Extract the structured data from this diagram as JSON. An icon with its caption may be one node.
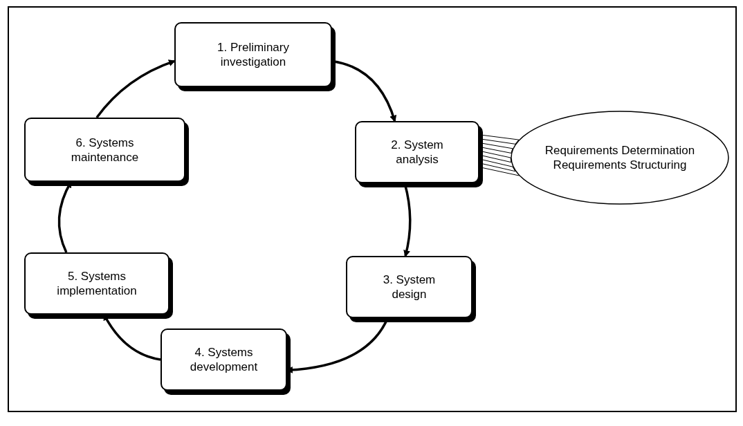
{
  "diagram": {
    "nodes": [
      {
        "text": [
          "1. Preliminary investigation"
        ]
      },
      {
        "text": [
          "2. System analysis"
        ]
      },
      {
        "text": [
          "3. System design"
        ]
      },
      {
        "text": [
          "4. Systems development"
        ]
      },
      {
        "text": [
          "5. Systems implementation"
        ]
      },
      {
        "text": [
          "6. Systems maintenance"
        ]
      },
      {
        "text": [
          "Requirements Determination Requirements Structuring"
        ]
      }
    ],
    "edges": [
      {
        "from": 0,
        "to": 1,
        "arrow": "to"
      },
      {
        "from": 1,
        "to": 2,
        "arrow": "to"
      },
      {
        "from": 2,
        "to": 3,
        "arrow": "to"
      },
      {
        "from": 3,
        "to": 4,
        "arrow": "to"
      },
      {
        "from": 4,
        "to": 5,
        "arrow": "to"
      },
      {
        "from": 5,
        "to": 0,
        "arrow": "to"
      },
      {
        "from": 6,
        "to": 1,
        "arrow": "none"
      }
    ]
  }
}
